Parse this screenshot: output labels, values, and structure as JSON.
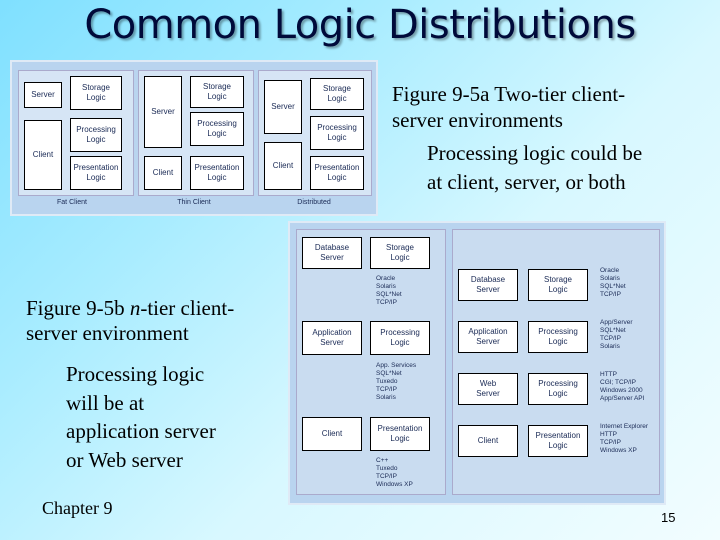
{
  "title": "Common Logic Distributions",
  "fig_a": {
    "caption_line1": "Figure 9-5a Two-tier client-",
    "caption_line2": "server environments",
    "detail_line1": "Processing logic could be",
    "detail_line2": "at client, server, or both",
    "labels": {
      "server": "Server",
      "client": "Client",
      "storage_logic": "Storage\nLogic",
      "processing_logic": "Processing\nLogic",
      "presentation_logic": "Presentation\nLogic",
      "fat_client": "Fat Client",
      "thin_client": "Thin Client",
      "distributed": "Distributed"
    }
  },
  "fig_b": {
    "caption_prefix": "Figure 9-5b ",
    "caption_italic": "n",
    "caption_suffix": "-tier client-",
    "caption_line2": "server environment",
    "detail_lines": [
      "Processing logic",
      "will be at",
      "application server",
      "or Web server"
    ],
    "left_labels": {
      "database_server": "Database\nServer",
      "storage_logic": "Storage\nLogic",
      "application_server": "Application\nServer",
      "processing_logic": "Processing\nLogic",
      "client": "Client",
      "presentation_logic": "Presentation\nLogic"
    },
    "left_notes": {
      "n1": "Oracle\nSolaris\nSQL*Net\nTCP/IP",
      "n2": "App. Services\nSQL*Net\nTuxedo\nTCP/IP\nSolaris",
      "n3": "C++\nTuxedo\nTCP/IP\nWindows XP"
    },
    "right_labels": {
      "database_server": "Database\nServer",
      "storage_logic": "Storage\nLogic",
      "application_server": "Application\nServer",
      "processing_logic1": "Processing\nLogic",
      "web_server": "Web\nServer",
      "processing_logic2": "Processing\nLogic",
      "client": "Client",
      "presentation_logic": "Presentation\nLogic"
    },
    "right_notes": {
      "n1": "Oracle\nSolaris\nSQL*Net\nTCP/IP",
      "n2": "App/Server\nSQL*Net\nTCP/IP\nSolaris",
      "n3": "HTTP\nCGI; TCP/IP\nWindows 2000\nApp/Server API",
      "n4": "Internet Explorer\nHTTP\nTCP/IP\nWindows XP"
    }
  },
  "footer": {
    "chapter": "Chapter 9",
    "page": "15"
  }
}
